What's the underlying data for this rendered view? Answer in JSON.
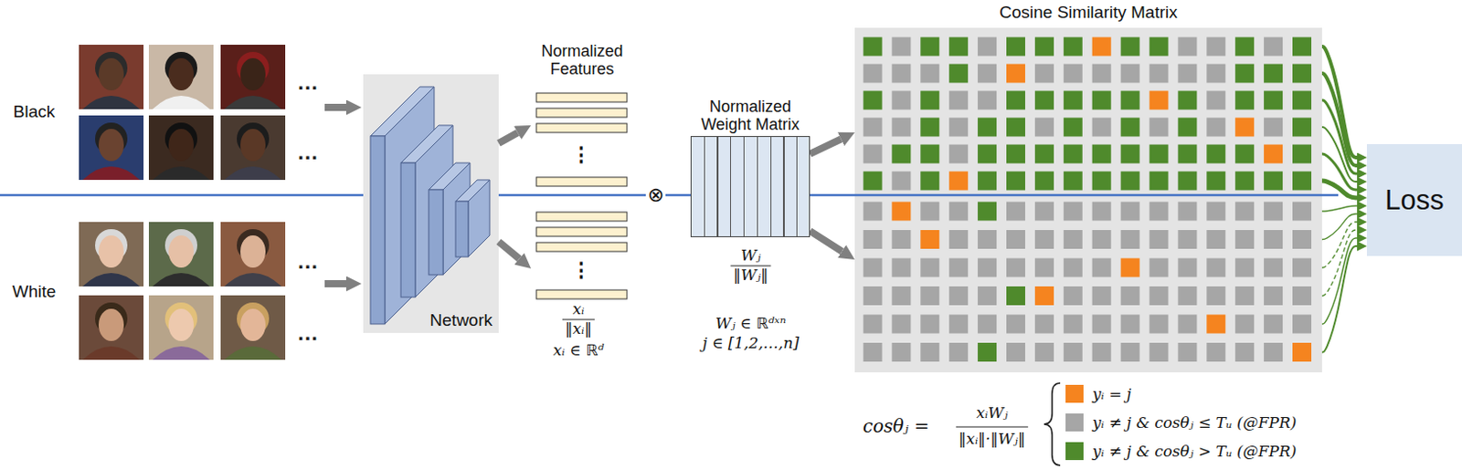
{
  "diagram": {
    "nodes": [
      {
        "text": [
          "Network"
        ]
      },
      {
        "text": [
          "Normalized Features"
        ]
      },
      {
        "text": [
          "Normalized Weight Matrix"
        ]
      },
      {
        "text": [
          "Cosine Similarity Matrix"
        ]
      },
      {
        "text": [
          "Loss"
        ]
      }
    ],
    "edges": [
      {
        "from": 0,
        "to": 1,
        "arrow": "to"
      },
      {
        "from": 0,
        "to": 1,
        "arrow": "to"
      },
      {
        "from": 2,
        "to": 3,
        "arrow": "to"
      },
      {
        "from": 2,
        "to": 3,
        "arrow": "to"
      },
      {
        "from": 3,
        "to": 4,
        "arrow": "to"
      },
      {
        "from": 3,
        "to": 4,
        "arrow": "to"
      },
      {
        "from": 3,
        "to": 4,
        "arrow": "to"
      },
      {
        "from": 3,
        "to": 4,
        "arrow": "to"
      },
      {
        "from": 3,
        "to": 4,
        "arrow": "to"
      },
      {
        "from": 3,
        "to": 4,
        "arrow": "to"
      },
      {
        "from": 3,
        "to": 4,
        "arrow": "to"
      },
      {
        "from": 3,
        "to": 4,
        "arrow": "to"
      },
      {
        "from": 3,
        "to": 4,
        "arrow": "to"
      },
      {
        "from": 3,
        "to": 4,
        "arrow": "to"
      },
      {
        "from": 3,
        "to": 4,
        "arrow": "to"
      },
      {
        "from": 3,
        "to": 4,
        "arrow": "to"
      }
    ],
    "labels": [
      "Black",
      "White",
      "…",
      "…",
      "…",
      "…",
      "⋮",
      "⋮",
      "xᵢ",
      "‖xᵢ‖",
      "xᵢ ∈ ℝᵈ",
      "⊗",
      "Wⱼ",
      "‖Wⱼ‖",
      "Wⱼ ∈ ℝᵈˣⁿ",
      "j ∈ [1,2,…,n]",
      "cosθⱼ =",
      "xᵢWⱼ",
      "‖xᵢ‖·‖Wⱼ‖"
    ],
    "legend": [
      {
        "text": "yᵢ = j",
        "color": "#f5841f"
      },
      {
        "text": "yᵢ ≠ j & cosθⱼ ≤ Tᵤ (@FPR)",
        "color": "#a6a6a6"
      },
      {
        "text": "yᵢ ≠ j & cosθⱼ > Tᵤ (@FPR)",
        "color": "#4f8a2c"
      }
    ]
  }
}
